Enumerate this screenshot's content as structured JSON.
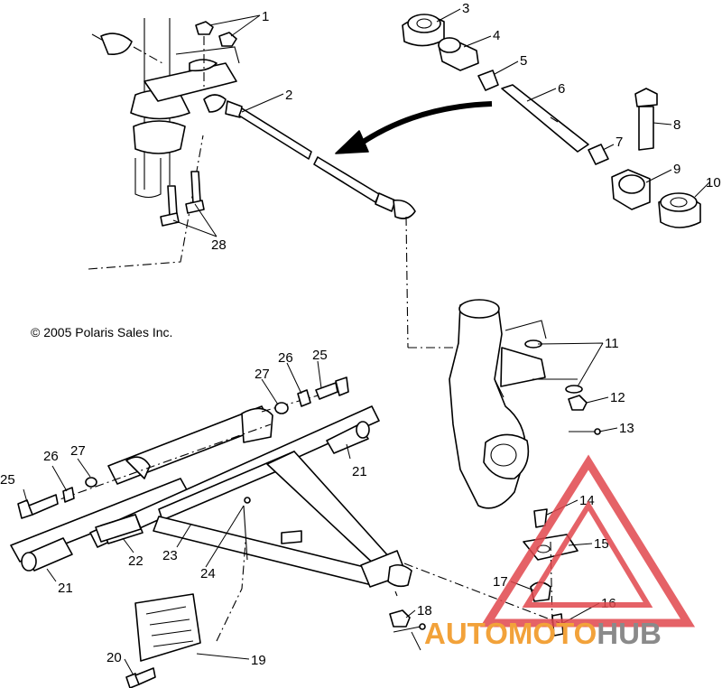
{
  "copyright": "© 2005 Polaris Sales Inc.",
  "callouts": [
    "1",
    "2",
    "3",
    "4",
    "5",
    "6",
    "7",
    "8",
    "9",
    "10",
    "11",
    "12",
    "13",
    "14",
    "15",
    "16",
    "17",
    "18",
    "19",
    "20",
    "21",
    "22",
    "23",
    "24",
    "25",
    "26",
    "27",
    "28"
  ],
  "colors": {
    "line": "#000000",
    "watermark_red": "#e0464c",
    "watermark_orange": "#f2a23a",
    "watermark_gray": "#8a8a8a"
  },
  "watermark": {
    "part1": "AUTO",
    "part2": "MOTO",
    "part3": "HUB"
  }
}
